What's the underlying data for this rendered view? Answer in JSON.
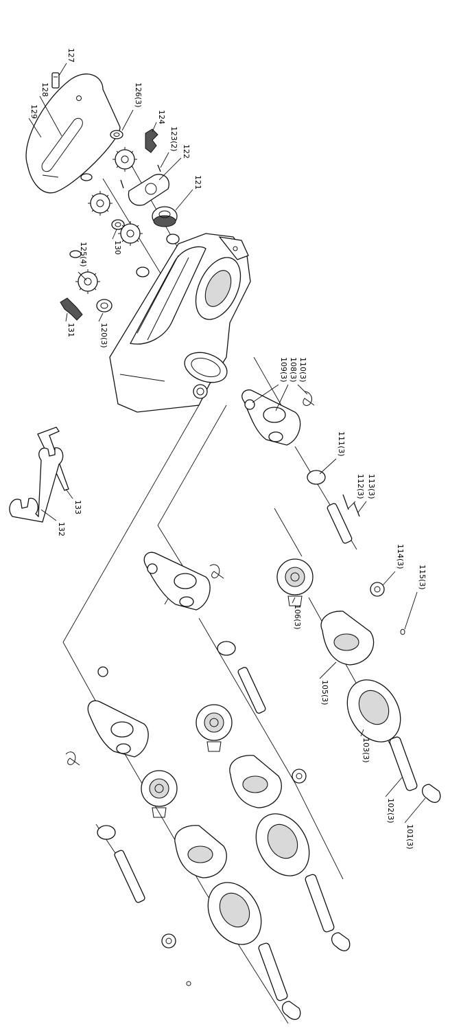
{
  "diagram": {
    "orientation": "rotated-90",
    "callouts": [
      {
        "id": "c127",
        "text": "127"
      },
      {
        "id": "c126",
        "text": "126(3)"
      },
      {
        "id": "c124",
        "text": "124"
      },
      {
        "id": "c123",
        "text": "123(2)"
      },
      {
        "id": "c122",
        "text": "122"
      },
      {
        "id": "c121",
        "text": "121"
      },
      {
        "id": "c128",
        "text": "128"
      },
      {
        "id": "c129",
        "text": "129"
      },
      {
        "id": "c130",
        "text": "130"
      },
      {
        "id": "c125",
        "text": "125(4)"
      },
      {
        "id": "c131",
        "text": "131"
      },
      {
        "id": "c120",
        "text": "120(3)"
      },
      {
        "id": "c109",
        "text": "109(3)"
      },
      {
        "id": "c108",
        "text": "108(3)"
      },
      {
        "id": "c110",
        "text": "110(3)"
      },
      {
        "id": "c111",
        "text": "111(3)"
      },
      {
        "id": "c112",
        "text": "112(3)"
      },
      {
        "id": "c113",
        "text": "113(3)"
      },
      {
        "id": "c114",
        "text": "114(3)"
      },
      {
        "id": "c115",
        "text": "115(3)"
      },
      {
        "id": "c106",
        "text": "106(3)"
      },
      {
        "id": "c105",
        "text": "105(3)"
      },
      {
        "id": "c103",
        "text": "103(3)"
      },
      {
        "id": "c102",
        "text": "102(3)"
      },
      {
        "id": "c101",
        "text": "101(3)"
      },
      {
        "id": "c133",
        "text": "133"
      },
      {
        "id": "c132",
        "text": "132"
      }
    ]
  }
}
